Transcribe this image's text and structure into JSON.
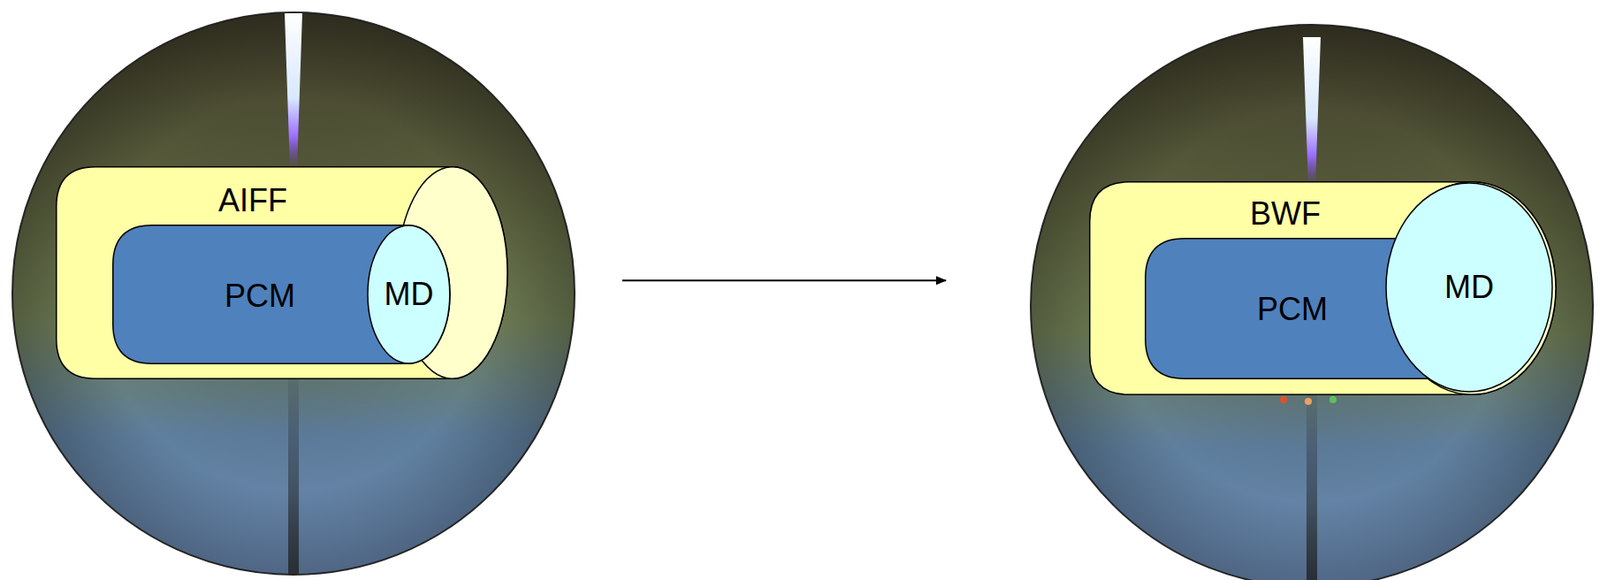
{
  "diagram": {
    "nodes": [
      {
        "text": [
          "AIFF"
        ]
      },
      {
        "text": [
          "PCM"
        ],
        "in": 0
      },
      {
        "text": [
          "MD"
        ],
        "in": 1
      },
      {
        "text": [
          "BWF"
        ]
      },
      {
        "text": [
          "PCM"
        ],
        "in": 3
      },
      {
        "text": [
          "MD"
        ],
        "in": 4
      }
    ],
    "edges": [
      {
        "from": 0,
        "to": 3,
        "arrow": "to"
      }
    ]
  }
}
